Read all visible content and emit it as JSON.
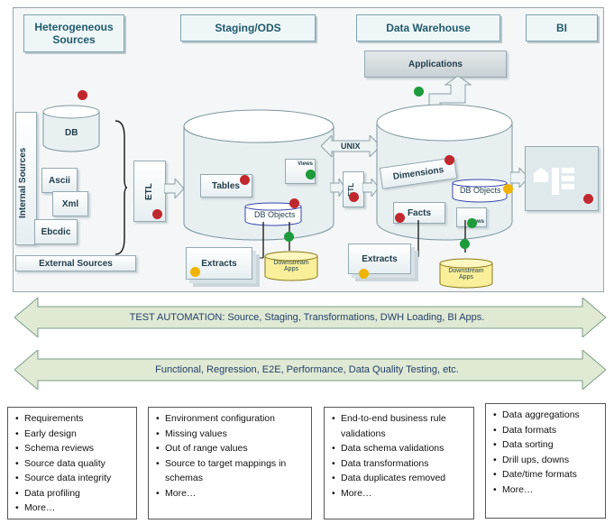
{
  "headers": {
    "sources": "Heterogeneous Sources",
    "staging": "Staging/ODS",
    "warehouse": "Data Warehouse",
    "bi": "BI"
  },
  "sources": {
    "db": "DB",
    "ascii": "Ascii",
    "xml": "Xml",
    "ebcdic": "Ebcdic",
    "internal": "Internal Sources",
    "external": "External Sources"
  },
  "staging": {
    "etl": "ETL",
    "tables": "Tables",
    "views": "Views",
    "db_objects": "DB Objects",
    "extracts": "Extracts",
    "downstream": "Downstream Apps"
  },
  "middle": {
    "unix": "UNIX",
    "etl": "ETL"
  },
  "warehouse": {
    "applications": "Applications",
    "dimensions": "Dimensions",
    "db_objects": "DB Objects",
    "facts": "Facts",
    "views": "Views",
    "extracts": "Extracts",
    "downstream": "Downstream Apps"
  },
  "bands": {
    "automation": "TEST AUTOMATION: Source, Staging, Transformations, DWH Loading, BI Apps.",
    "testing": "Functional, Regression, E2E, Performance, Data Quality Testing, etc."
  },
  "lists": [
    [
      "Requirements",
      "Early design",
      "Schema reviews",
      "Source data quality",
      "Source data integrity",
      "Data profiling",
      "More…"
    ],
    [
      "Environment configuration",
      "Missing values",
      "Out of range values",
      "Source to target mappings in schemas",
      "More…"
    ],
    [
      "End-to-end business rule validations",
      "Data schema validations",
      "Data transformations",
      "Data duplicates removed",
      "More…"
    ],
    [
      "Data aggregations",
      "Data formats",
      "Data sorting",
      "Drill ups, downs",
      "Date/time formats",
      "More…"
    ]
  ],
  "colors": {
    "status_red": "#c0282e",
    "status_green": "#1e9b3a",
    "status_yellow": "#f0b400",
    "header_text": "#1f5a6b",
    "band_fill": "#dfe9d4",
    "band_text": "#24406a"
  }
}
